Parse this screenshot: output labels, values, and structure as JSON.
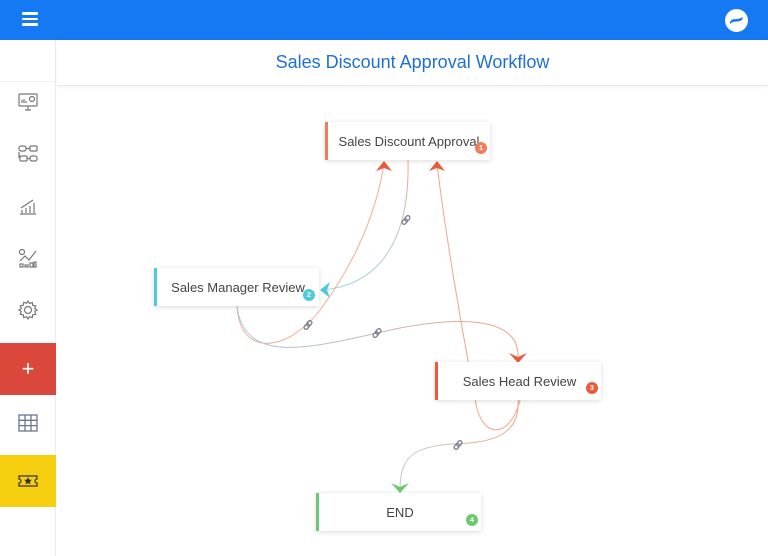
{
  "header": {
    "menu_icon": "hamburger-icon",
    "logo_icon": "brand-wave-icon"
  },
  "sidebar": {
    "items": [
      {
        "name": "dashboard",
        "icon": "monitor-chart-icon"
      },
      {
        "name": "workflow",
        "icon": "workflow-icon"
      },
      {
        "name": "reports",
        "icon": "bar-chart-icon"
      },
      {
        "name": "analytics",
        "icon": "line-chart-icon"
      },
      {
        "name": "settings",
        "icon": "gear-icon"
      },
      {
        "name": "add",
        "icon": "plus-icon",
        "label": "+",
        "color": "#d9483b"
      },
      {
        "name": "table",
        "icon": "grid-table-icon"
      },
      {
        "name": "ticket",
        "icon": "ticket-star-icon",
        "color": "#f6cf10"
      }
    ]
  },
  "page": {
    "title": "Sales Discount Approval Workflow"
  },
  "workflow": {
    "nodes": [
      {
        "id": 1,
        "label": "Sales Discount Approval",
        "badge": "1",
        "color": "#f07c5b"
      },
      {
        "id": 2,
        "label": "Sales Manager Review",
        "badge": "2",
        "color": "#4fc9dc"
      },
      {
        "id": 3,
        "label": "Sales Head Review",
        "badge": "3",
        "color": "#ea5b3a"
      },
      {
        "id": 4,
        "label": "END",
        "badge": "4",
        "color": "#6cc871"
      }
    ],
    "edges": [
      {
        "from": 1,
        "to": 2
      },
      {
        "from": 2,
        "to": 1
      },
      {
        "from": 2,
        "to": 3
      },
      {
        "from": 3,
        "to": 1
      },
      {
        "from": 3,
        "to": 4
      }
    ],
    "link_icon": "chain-link-icon"
  }
}
